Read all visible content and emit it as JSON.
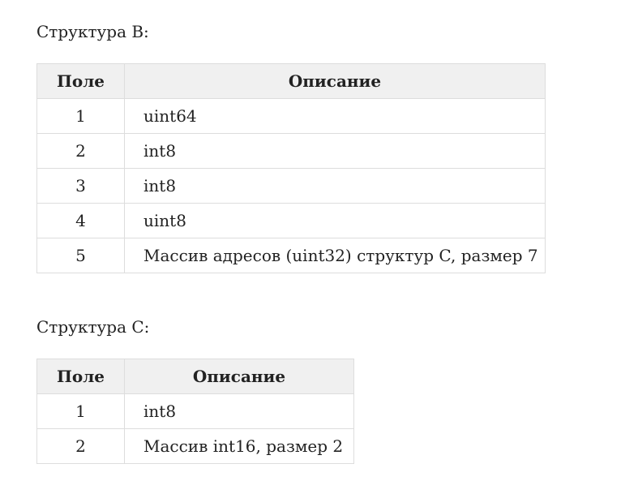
{
  "struct_b": {
    "caption": "Структура B:",
    "headers": {
      "field": "Поле",
      "description": "Описание"
    },
    "rows": [
      {
        "field": "1",
        "description": "uint64"
      },
      {
        "field": "2",
        "description": "int8"
      },
      {
        "field": "3",
        "description": "int8"
      },
      {
        "field": "4",
        "description": "uint8"
      },
      {
        "field": "5",
        "description": "Массив адресов (uint32) структур C, размер 7"
      }
    ]
  },
  "struct_c": {
    "caption": "Структура C:",
    "headers": {
      "field": "Поле",
      "description": "Описание"
    },
    "rows": [
      {
        "field": "1",
        "description": "int8"
      },
      {
        "field": "2",
        "description": "Массив int16, размер 2"
      }
    ]
  }
}
